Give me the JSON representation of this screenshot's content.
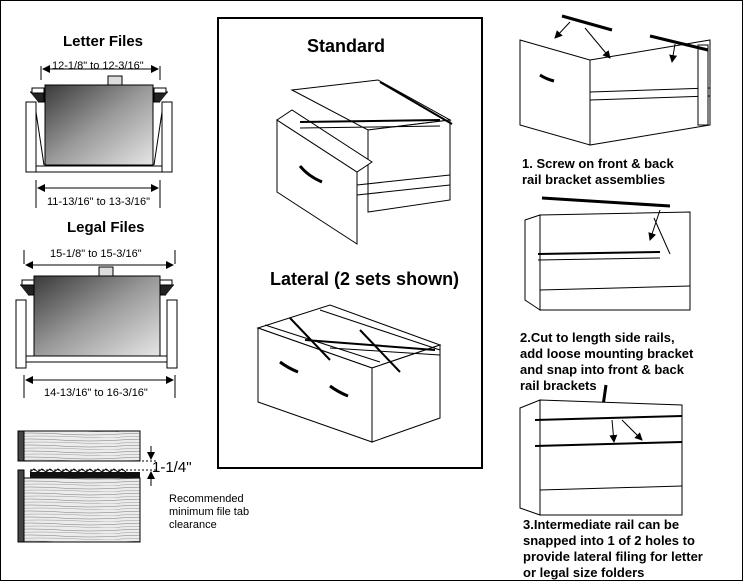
{
  "letter": {
    "title": "Letter Files",
    "top_dim": "12-1/8\" to 12-3/16\"",
    "bottom_dim": "11-13/16\" to 13-3/16\""
  },
  "legal": {
    "title": "Legal Files",
    "top_dim": "15-1/8\" to 15-3/16\"",
    "bottom_dim": "14-13/16\" to 16-3/16\""
  },
  "clearance": {
    "value": "1-1/4\"",
    "note_line1": "Recommended",
    "note_line2": "minimum file tab",
    "note_line3": "clearance"
  },
  "center": {
    "standard_title": "Standard",
    "lateral_title": "Lateral (2 sets shown)"
  },
  "steps": {
    "step1_line1": "1. Screw on front & back",
    "step1_line2": "rail bracket assemblies",
    "step2_line1": "2.Cut to length side rails,",
    "step2_line2": "add loose mounting bracket",
    "step2_line3": "and snap into front & back",
    "step2_line4": "rail brackets",
    "step3_line1": "3.Intermediate rail can be",
    "step3_line2": "snapped into 1 of 2 holes to",
    "step3_line3": "provide lateral filing for letter",
    "step3_line4": "or legal size folders"
  }
}
